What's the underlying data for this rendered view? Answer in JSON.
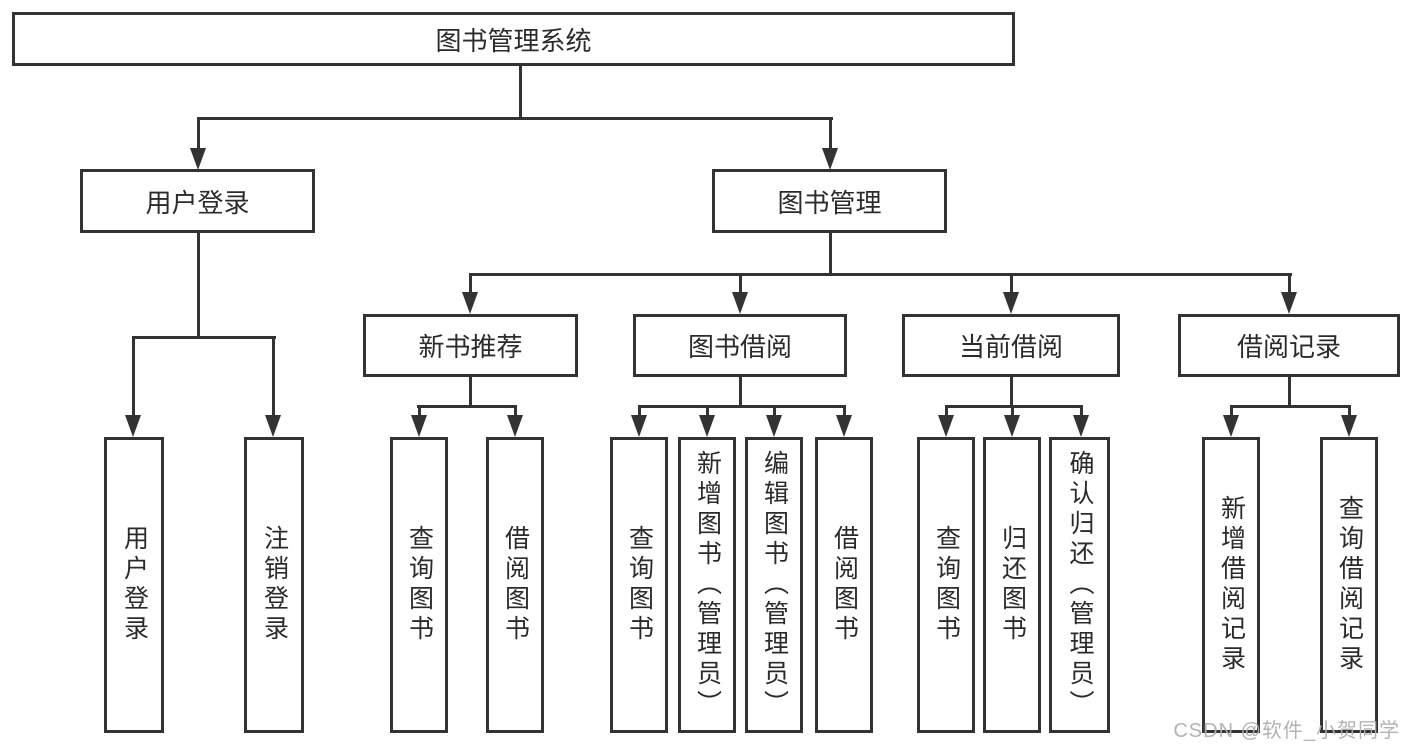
{
  "colors": {
    "background": "#ffffff",
    "line": "#333333",
    "box_border": "#333333",
    "text": "#2b2b2b",
    "watermark": "#afafaf"
  },
  "watermark": {
    "text": "CSDN @软件_小贺同学"
  },
  "tree": {
    "label": "图书管理系统",
    "children": [
      {
        "label": "用户登录",
        "children": [
          {
            "label": "用户登录"
          },
          {
            "label": "注销登录"
          }
        ]
      },
      {
        "label": "图书管理",
        "children": [
          {
            "label": "新书推荐",
            "children": [
              {
                "label": "查询图书"
              },
              {
                "label": "借阅图书"
              }
            ]
          },
          {
            "label": "图书借阅",
            "children": [
              {
                "label": "查询图书"
              },
              {
                "label": "新增图书（管理员）"
              },
              {
                "label": "编辑图书（管理员）"
              },
              {
                "label": "借阅图书"
              }
            ]
          },
          {
            "label": "当前借阅",
            "children": [
              {
                "label": "查询图书"
              },
              {
                "label": "归还图书"
              },
              {
                "label": "确认归还（管理员）"
              }
            ]
          },
          {
            "label": "借阅记录",
            "children": [
              {
                "label": "新增借阅记录"
              },
              {
                "label": "查询借阅记录"
              }
            ]
          }
        ]
      }
    ]
  }
}
